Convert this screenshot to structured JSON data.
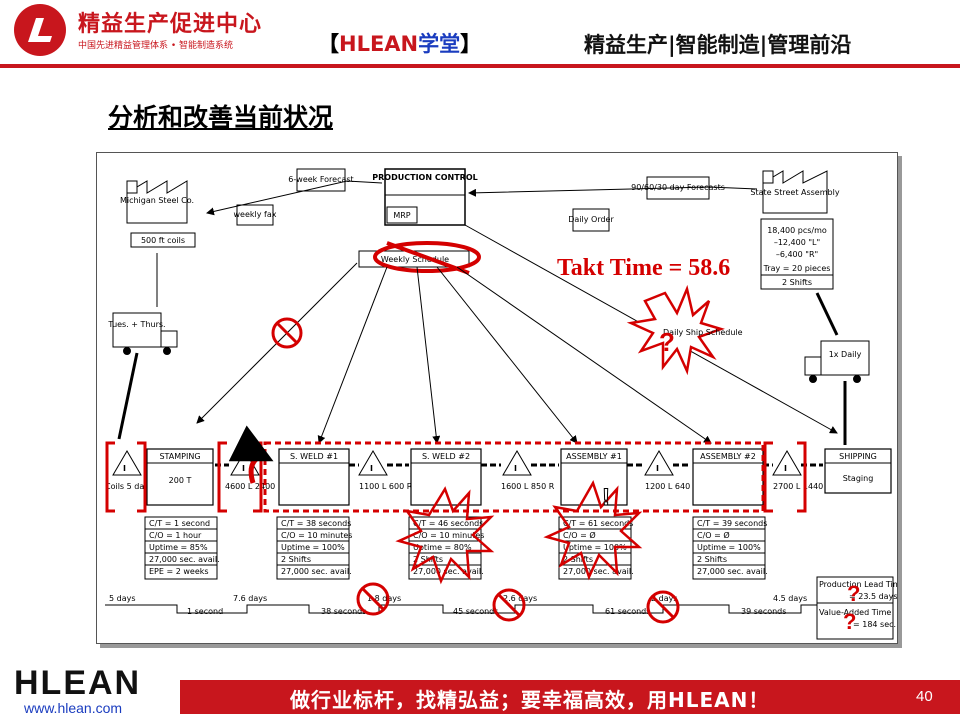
{
  "header": {
    "logo_name": "精益生产促进中心",
    "logo_sub": "中国先进精益管理体系 • 智能制造系统",
    "brand_left": "【",
    "brand_h": "HLEAN",
    "brand_school": "学堂",
    "brand_right": "】",
    "slogan": "精益生产|智能制造|管理前沿"
  },
  "page_title": "分析和改善当前状况",
  "diagram": {
    "supplier": "Michigan Steel Co.",
    "supplier_material": "500 ft coils",
    "forecast_6wk": "6-week Forecast",
    "weekly_fax": "weekly fax",
    "production_control": "PRODUCTION CONTROL",
    "mrp": "MRP",
    "forecast_day": "90/60/30 day Forecasts",
    "daily_order": "Daily Order",
    "customer": "State Street Assembly",
    "customer_data": [
      "18,400 pcs/mo",
      "–12,400 \"L\"",
      "–6,400 \"R\"",
      "Tray = 20 pieces",
      "2 Shifts"
    ],
    "weekly_schedule": "Weekly Schedule",
    "daily_ship": "Daily Ship Schedule",
    "takt_time": "Takt Time = 58.6",
    "supplier_truck": "Tues. + Thurs.",
    "customer_truck": "1x Daily",
    "inv_coils": "Coils 5 days",
    "inv_stamp": "4600 L 2400 R",
    "inv_weld1": "1100 L 600 R",
    "inv_weld2": "1600 L 850 R",
    "inv_asm1": "1200 L 640 R",
    "inv_asm2": "2700 L 1440 R",
    "process": [
      {
        "name": "STAMPING",
        "sub": "200 T",
        "data": [
          "C/T = 1 second",
          "C/O = 1 hour",
          "Uptime = 85%",
          "27,000 sec. avail.",
          "EPE = 2 weeks"
        ]
      },
      {
        "name": "S. WELD #1",
        "sub": "",
        "data": [
          "C/T = 38 seconds",
          "C/O = 10 minutes",
          "Uptime = 100%",
          "2 Shifts",
          "27,000 sec. avail."
        ]
      },
      {
        "name": "S. WELD #2",
        "sub": "",
        "data": [
          "C/T = 46 seconds",
          "C/O = 10 minutes",
          "Uptime = 80%",
          "2 Shifts",
          "27,000 sec. avail."
        ]
      },
      {
        "name": "ASSEMBLY #1",
        "sub": "",
        "data": [
          "C/T = 61 seconds",
          "C/O = Ø",
          "Uptime = 100%",
          "2 Shifts",
          "27,000 sec. avail."
        ]
      },
      {
        "name": "ASSEMBLY #2",
        "sub": "",
        "data": [
          "C/T = 39 seconds",
          "C/O = Ø",
          "Uptime = 100%",
          "2 Shifts",
          "27,000 sec. avail."
        ]
      }
    ],
    "shipping": "SHIPPING",
    "staging": "Staging",
    "timeline_days": [
      "5 days",
      "7.6 days",
      "1.8 days",
      "2.6 days",
      "2 days",
      "4.5 days"
    ],
    "timeline_secs": [
      "1 second",
      "38 seconds",
      "45 seconds",
      "61 seconds",
      "39 seconds"
    ],
    "lead_label": "Production Lead Time",
    "lead_value": "= 23.5 days",
    "va_label": "Value-Added Time",
    "va_value": "= 184 sec."
  },
  "footer": {
    "logo": "HLEAN",
    "url": "www.hlean.com",
    "slogan": "做行业标杆，找精弘益；要幸福高效，用HLEAN！",
    "page_number": "40"
  },
  "colors": {
    "accent": "#c8161d",
    "blue": "#1a3cbf"
  }
}
